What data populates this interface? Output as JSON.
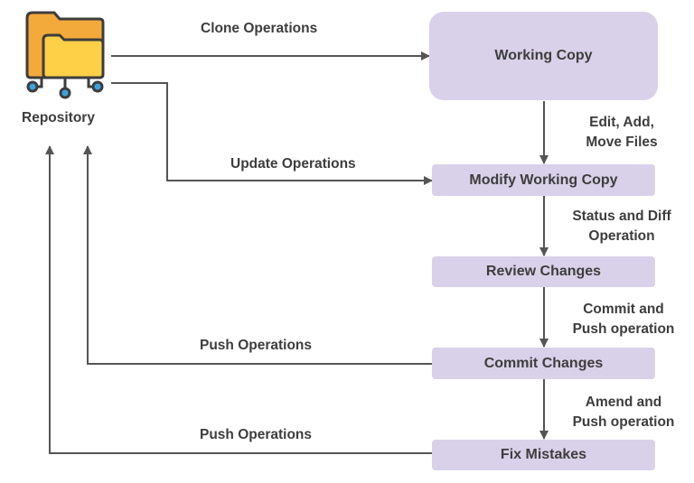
{
  "repository": {
    "label": "Repository"
  },
  "nodes": {
    "working_copy": "Working Copy",
    "modify_working_copy": "Modify Working Copy",
    "review_changes": "Review Changes",
    "commit_changes": "Commit Changes",
    "fix_mistakes": "Fix Mistakes"
  },
  "edges": {
    "clone": "Clone Operations",
    "update": "Update Operations",
    "push_commit": "Push Operations",
    "push_fix": "Push Operations",
    "edit_line1": "Edit, Add,",
    "edit_line2": "Move Files",
    "status_line1": "Status and Diff",
    "status_line2": "Operation",
    "commit_line1": "Commit and",
    "commit_line2": "Push operation",
    "amend_line1": "Amend and",
    "amend_line2": "Push operation"
  },
  "colors": {
    "box_fill": "#d9d1e9",
    "line": "#555555",
    "folder_back": "#f4a93b",
    "folder_front": "#fdd048",
    "folder_outline": "#3d3d3d",
    "node_circle": "#3ba3e0"
  },
  "icons": {
    "repository": "folder-network-icon"
  }
}
